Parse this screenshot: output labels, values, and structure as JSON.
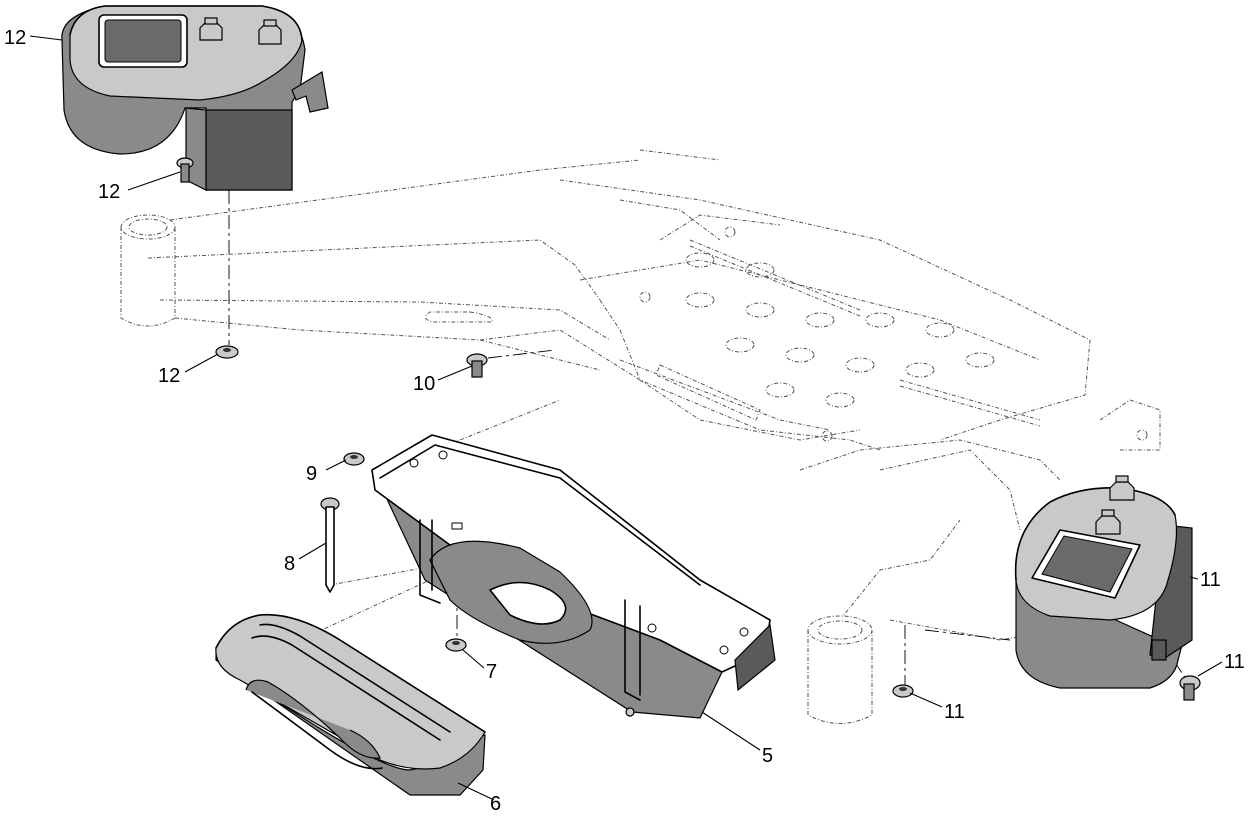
{
  "callouts": [
    {
      "id": "c12a",
      "text": "12"
    },
    {
      "id": "c12b",
      "text": "12"
    },
    {
      "id": "c12c",
      "text": "12"
    },
    {
      "id": "c10",
      "text": "10"
    },
    {
      "id": "c9",
      "text": "9"
    },
    {
      "id": "c8",
      "text": "8"
    },
    {
      "id": "c7",
      "text": "7"
    },
    {
      "id": "c6",
      "text": "6"
    },
    {
      "id": "c5",
      "text": "5"
    },
    {
      "id": "c11a",
      "text": "11"
    },
    {
      "id": "c11b",
      "text": "11"
    },
    {
      "id": "c11c",
      "text": "11"
    }
  ]
}
